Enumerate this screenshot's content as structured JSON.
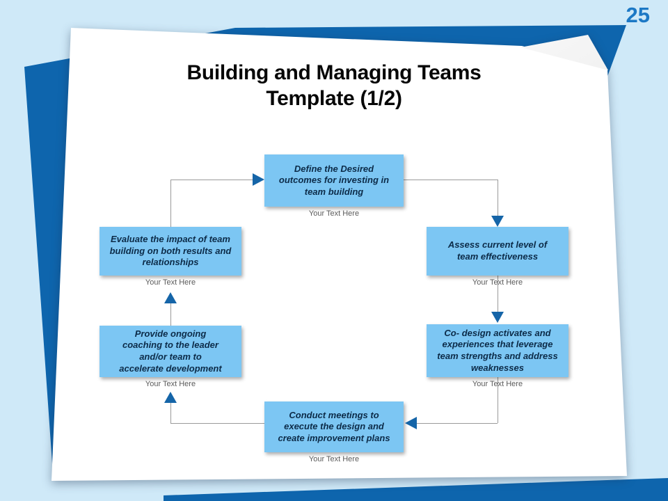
{
  "page_number": "25",
  "title": {
    "line1": "Building and Managing Teams",
    "line2": "Template (1/2)"
  },
  "colors": {
    "bg": "#CFE9F8",
    "backdrop": "#0E65AD",
    "box_fill": "#7CC6F3",
    "box_text": "#0C2B48",
    "arrow": "#1565A8",
    "line": "#999999",
    "title": "#070707",
    "page_number": "#1C78C5",
    "caption": "#5A5A5A"
  },
  "diagram": {
    "caption": "Your Text Here",
    "nodes": [
      {
        "id": "define",
        "text": "Define the Desired outcomes for investing in team building"
      },
      {
        "id": "assess",
        "text": "Assess current level of team effectiveness"
      },
      {
        "id": "codesign",
        "text": "Co- design activates and experiences that leverage team strengths and address weaknesses"
      },
      {
        "id": "conduct",
        "text": "Conduct meetings to execute the design and create improvement plans"
      },
      {
        "id": "coach",
        "text": "Provide ongoing coaching to the leader and/or team to accelerate development"
      },
      {
        "id": "evaluate",
        "text": "Evaluate the impact of team building on both results and relationships"
      }
    ]
  }
}
